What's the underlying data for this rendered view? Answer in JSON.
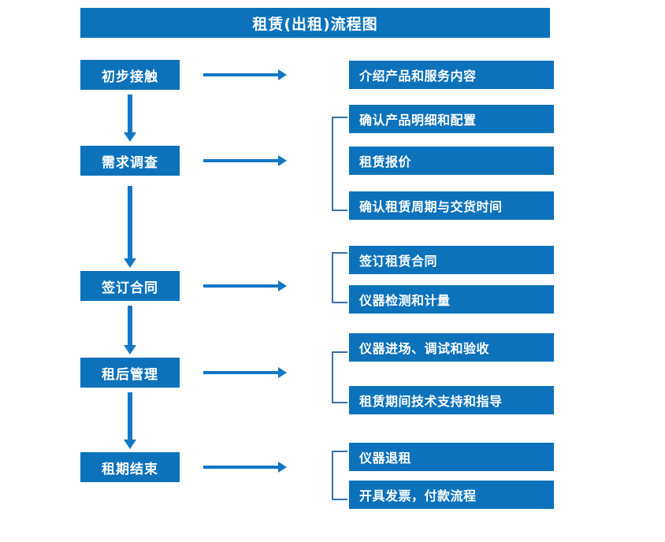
{
  "diagram": {
    "title": "租赁(出租)流程图",
    "accent_color": "#0b72bb",
    "arrow_color": "#1277c4",
    "bracket_color": "#3a6fa8",
    "text_color": "#ffffff",
    "background_color": "#ffffff"
  },
  "stages": [
    {
      "label": "初步接触"
    },
    {
      "label": "需求调查"
    },
    {
      "label": "签订合同"
    },
    {
      "label": "租后管理"
    },
    {
      "label": "租期结束"
    }
  ],
  "details": {
    "group1": [
      {
        "label": "介绍产品和服务内容"
      }
    ],
    "group2": [
      {
        "label": "确认产品明细和配置"
      },
      {
        "label": "租赁报价"
      },
      {
        "label": "确认租赁周期与交货时间"
      }
    ],
    "group3": [
      {
        "label": "签订租赁合同"
      },
      {
        "label": "仪器检测和计量"
      }
    ],
    "group4": [
      {
        "label": "仪器进场、调试和验收"
      },
      {
        "label": "租赁期间技术支持和指导"
      }
    ],
    "group5": [
      {
        "label": "仪器退租"
      },
      {
        "label": "开具发票，付款流程"
      }
    ]
  },
  "connectors": {
    "horizontal_arrow_icon": "arrow-right-icon",
    "vertical_arrow_icon": "arrow-down-icon",
    "bracket_icon": "group-bracket-icon"
  }
}
